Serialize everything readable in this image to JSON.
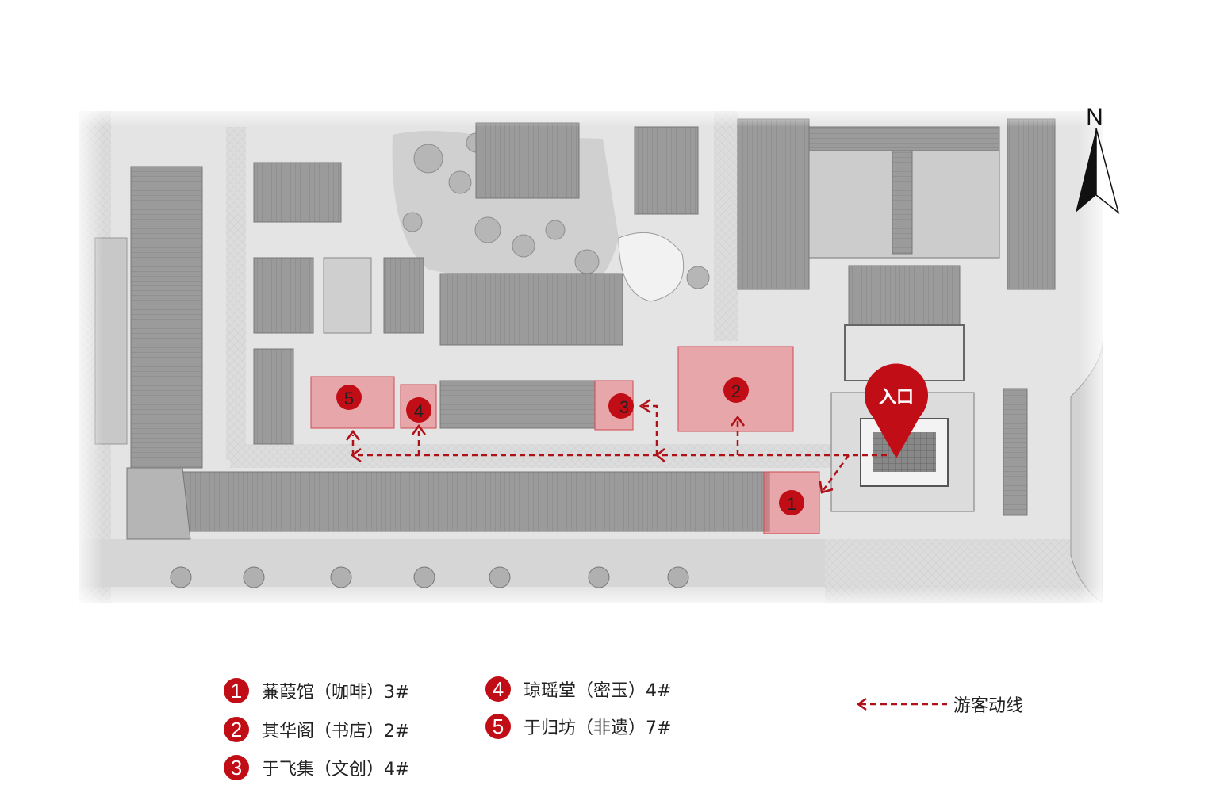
{
  "map": {
    "north_label": "N",
    "entrance_label": "入口",
    "markers": [
      {
        "id": "1",
        "label": "1"
      },
      {
        "id": "2",
        "label": "2"
      },
      {
        "id": "3",
        "label": "3"
      },
      {
        "id": "4",
        "label": "4"
      },
      {
        "id": "5",
        "label": "5"
      }
    ]
  },
  "legend": {
    "items": [
      {
        "num": "1",
        "text": "蒹葭馆（咖啡）3#"
      },
      {
        "num": "2",
        "text": "其华阁（书店）2#"
      },
      {
        "num": "3",
        "text": "于飞集（文创）4#"
      },
      {
        "num": "4",
        "text": "琼瑶堂（密玉）4#"
      },
      {
        "num": "5",
        "text": "于归坊（非遗）7#"
      }
    ],
    "route_label": "游客动线"
  },
  "colors": {
    "accent_red": "#c00d16",
    "highlight": "#e8727a",
    "building": "#9a9a9a",
    "ground": "#e6e6e6"
  }
}
